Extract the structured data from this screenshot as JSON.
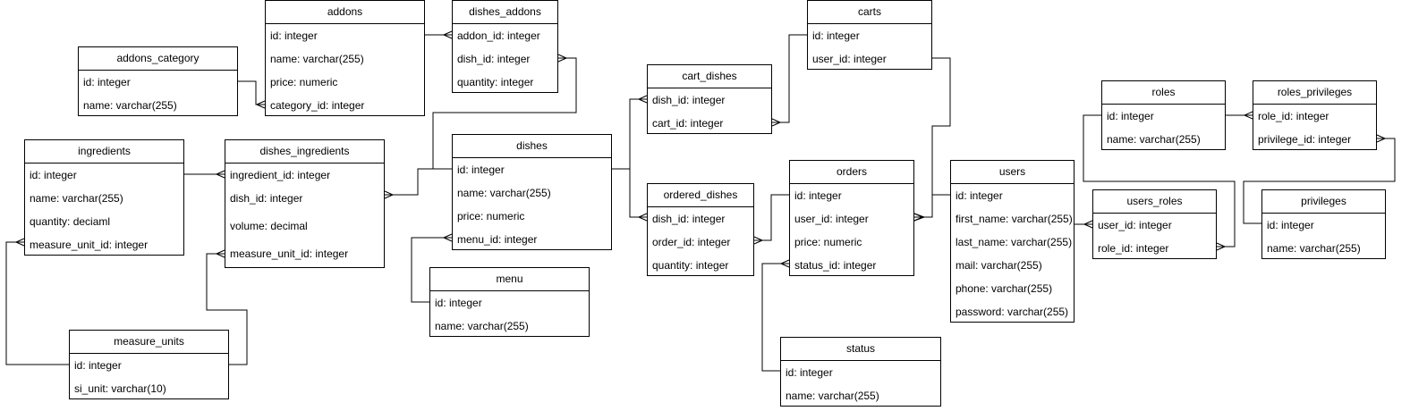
{
  "entities": [
    {
      "key": "addons",
      "name": "addons",
      "fields": [
        "id: integer",
        "name: varchar(255)",
        "price: numeric",
        "category_id: integer"
      ]
    },
    {
      "key": "dishes_addons",
      "name": "dishes_addons",
      "fields": [
        "addon_id: integer",
        "dish_id: integer",
        "quantity: integer"
      ]
    },
    {
      "key": "addons_category",
      "name": "addons_category",
      "fields": [
        "id: integer",
        "name: varchar(255)"
      ]
    },
    {
      "key": "ingredients",
      "name": "ingredients",
      "fields": [
        "id: integer",
        "name: varchar(255)",
        "quantity: deciaml",
        "measure_unit_id: integer"
      ]
    },
    {
      "key": "dishes_ingredients",
      "name": "dishes_ingredients",
      "fields": [
        "ingredient_id: integer",
        "dish_id: integer",
        "volume: decimal",
        "measure_unit_id: integer"
      ]
    },
    {
      "key": "measure_units",
      "name": "measure_units",
      "fields": [
        "id: integer",
        "si_unit: varchar(10)"
      ]
    },
    {
      "key": "dishes",
      "name": "dishes",
      "fields": [
        "id: integer",
        "name: varchar(255)",
        "price: numeric",
        "menu_id: integer"
      ]
    },
    {
      "key": "menu",
      "name": "menu",
      "fields": [
        "id: integer",
        "name: varchar(255)"
      ]
    },
    {
      "key": "cart_dishes",
      "name": "cart_dishes",
      "fields": [
        "dish_id: integer",
        "cart_id: integer"
      ]
    },
    {
      "key": "ordered_dishes",
      "name": "ordered_dishes",
      "fields": [
        "dish_id: integer",
        "order_id: integer",
        "quantity: integer"
      ]
    },
    {
      "key": "carts",
      "name": "carts",
      "fields": [
        "id: integer",
        "user_id: integer"
      ]
    },
    {
      "key": "orders",
      "name": "orders",
      "fields": [
        "id: integer",
        "user_id: integer",
        "price: numeric",
        "status_id: integer"
      ]
    },
    {
      "key": "status",
      "name": "status",
      "fields": [
        "id: integer",
        "name: varchar(255)"
      ]
    },
    {
      "key": "users",
      "name": "users",
      "fields": [
        "id: integer",
        "first_name: varchar(255)",
        "last_name: varchar(255)",
        "mail: varchar(255)",
        "phone: varchar(255)",
        "password: varchar(255)"
      ]
    },
    {
      "key": "roles",
      "name": "roles",
      "fields": [
        "id: integer",
        "name: varchar(255)"
      ]
    },
    {
      "key": "roles_privileges",
      "name": "roles_privileges",
      "fields": [
        "role_id: integer",
        "privilege_id: integer"
      ]
    },
    {
      "key": "users_roles",
      "name": "users_roles",
      "fields": [
        "user_id: integer",
        "role_id: integer"
      ]
    },
    {
      "key": "privileges",
      "name": "privileges",
      "fields": [
        "id: integer",
        "name: varchar(255)"
      ]
    }
  ],
  "relationships": [
    {
      "from": "addons_category",
      "to": "addons"
    },
    {
      "from": "addons",
      "to": "dishes_addons"
    },
    {
      "from": "dishes",
      "to": "dishes_addons"
    },
    {
      "from": "ingredients",
      "to": "dishes_ingredients"
    },
    {
      "from": "dishes",
      "to": "dishes_ingredients"
    },
    {
      "from": "measure_units",
      "to": "ingredients"
    },
    {
      "from": "measure_units",
      "to": "dishes_ingredients"
    },
    {
      "from": "menu",
      "to": "dishes"
    },
    {
      "from": "dishes",
      "to": "cart_dishes"
    },
    {
      "from": "dishes",
      "to": "ordered_dishes"
    },
    {
      "from": "carts",
      "to": "cart_dishes"
    },
    {
      "from": "orders",
      "to": "ordered_dishes"
    },
    {
      "from": "status",
      "to": "orders"
    },
    {
      "from": "users",
      "to": "carts"
    },
    {
      "from": "users",
      "to": "orders"
    },
    {
      "from": "users",
      "to": "users_roles"
    },
    {
      "from": "roles",
      "to": "users_roles"
    },
    {
      "from": "roles",
      "to": "roles_privileges"
    },
    {
      "from": "privileges",
      "to": "roles_privileges"
    }
  ]
}
